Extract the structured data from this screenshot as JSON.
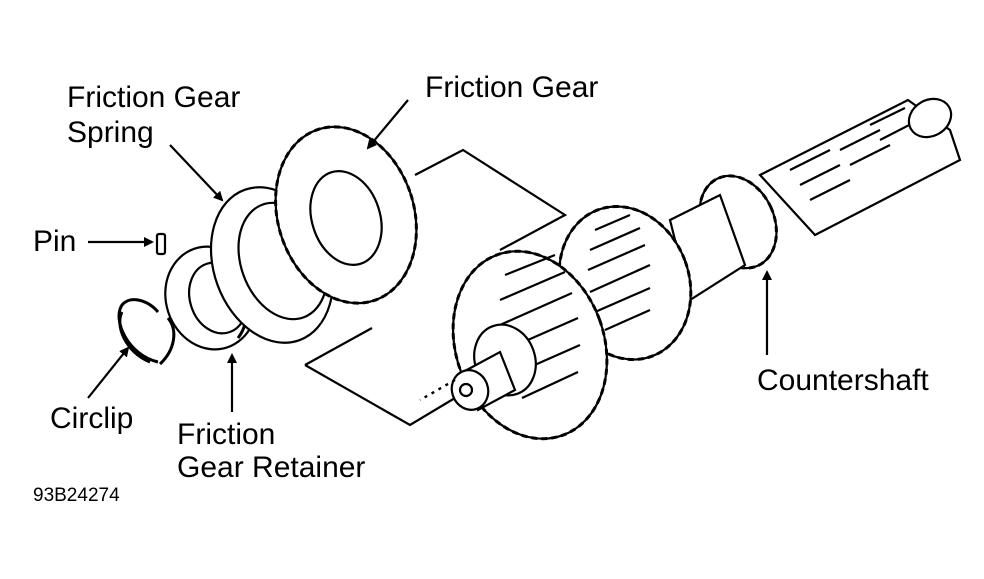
{
  "labels": {
    "friction_gear": "Friction Gear",
    "friction_gear_spring_line1": "Friction Gear",
    "friction_gear_spring_line2": "Spring",
    "pin": "Pin",
    "circlip": "Circlip",
    "friction_gear_retainer_line1": "Friction",
    "friction_gear_retainer_line2": "Gear Retainer",
    "countershaft": "Countershaft"
  },
  "figure_code": "93B24274"
}
